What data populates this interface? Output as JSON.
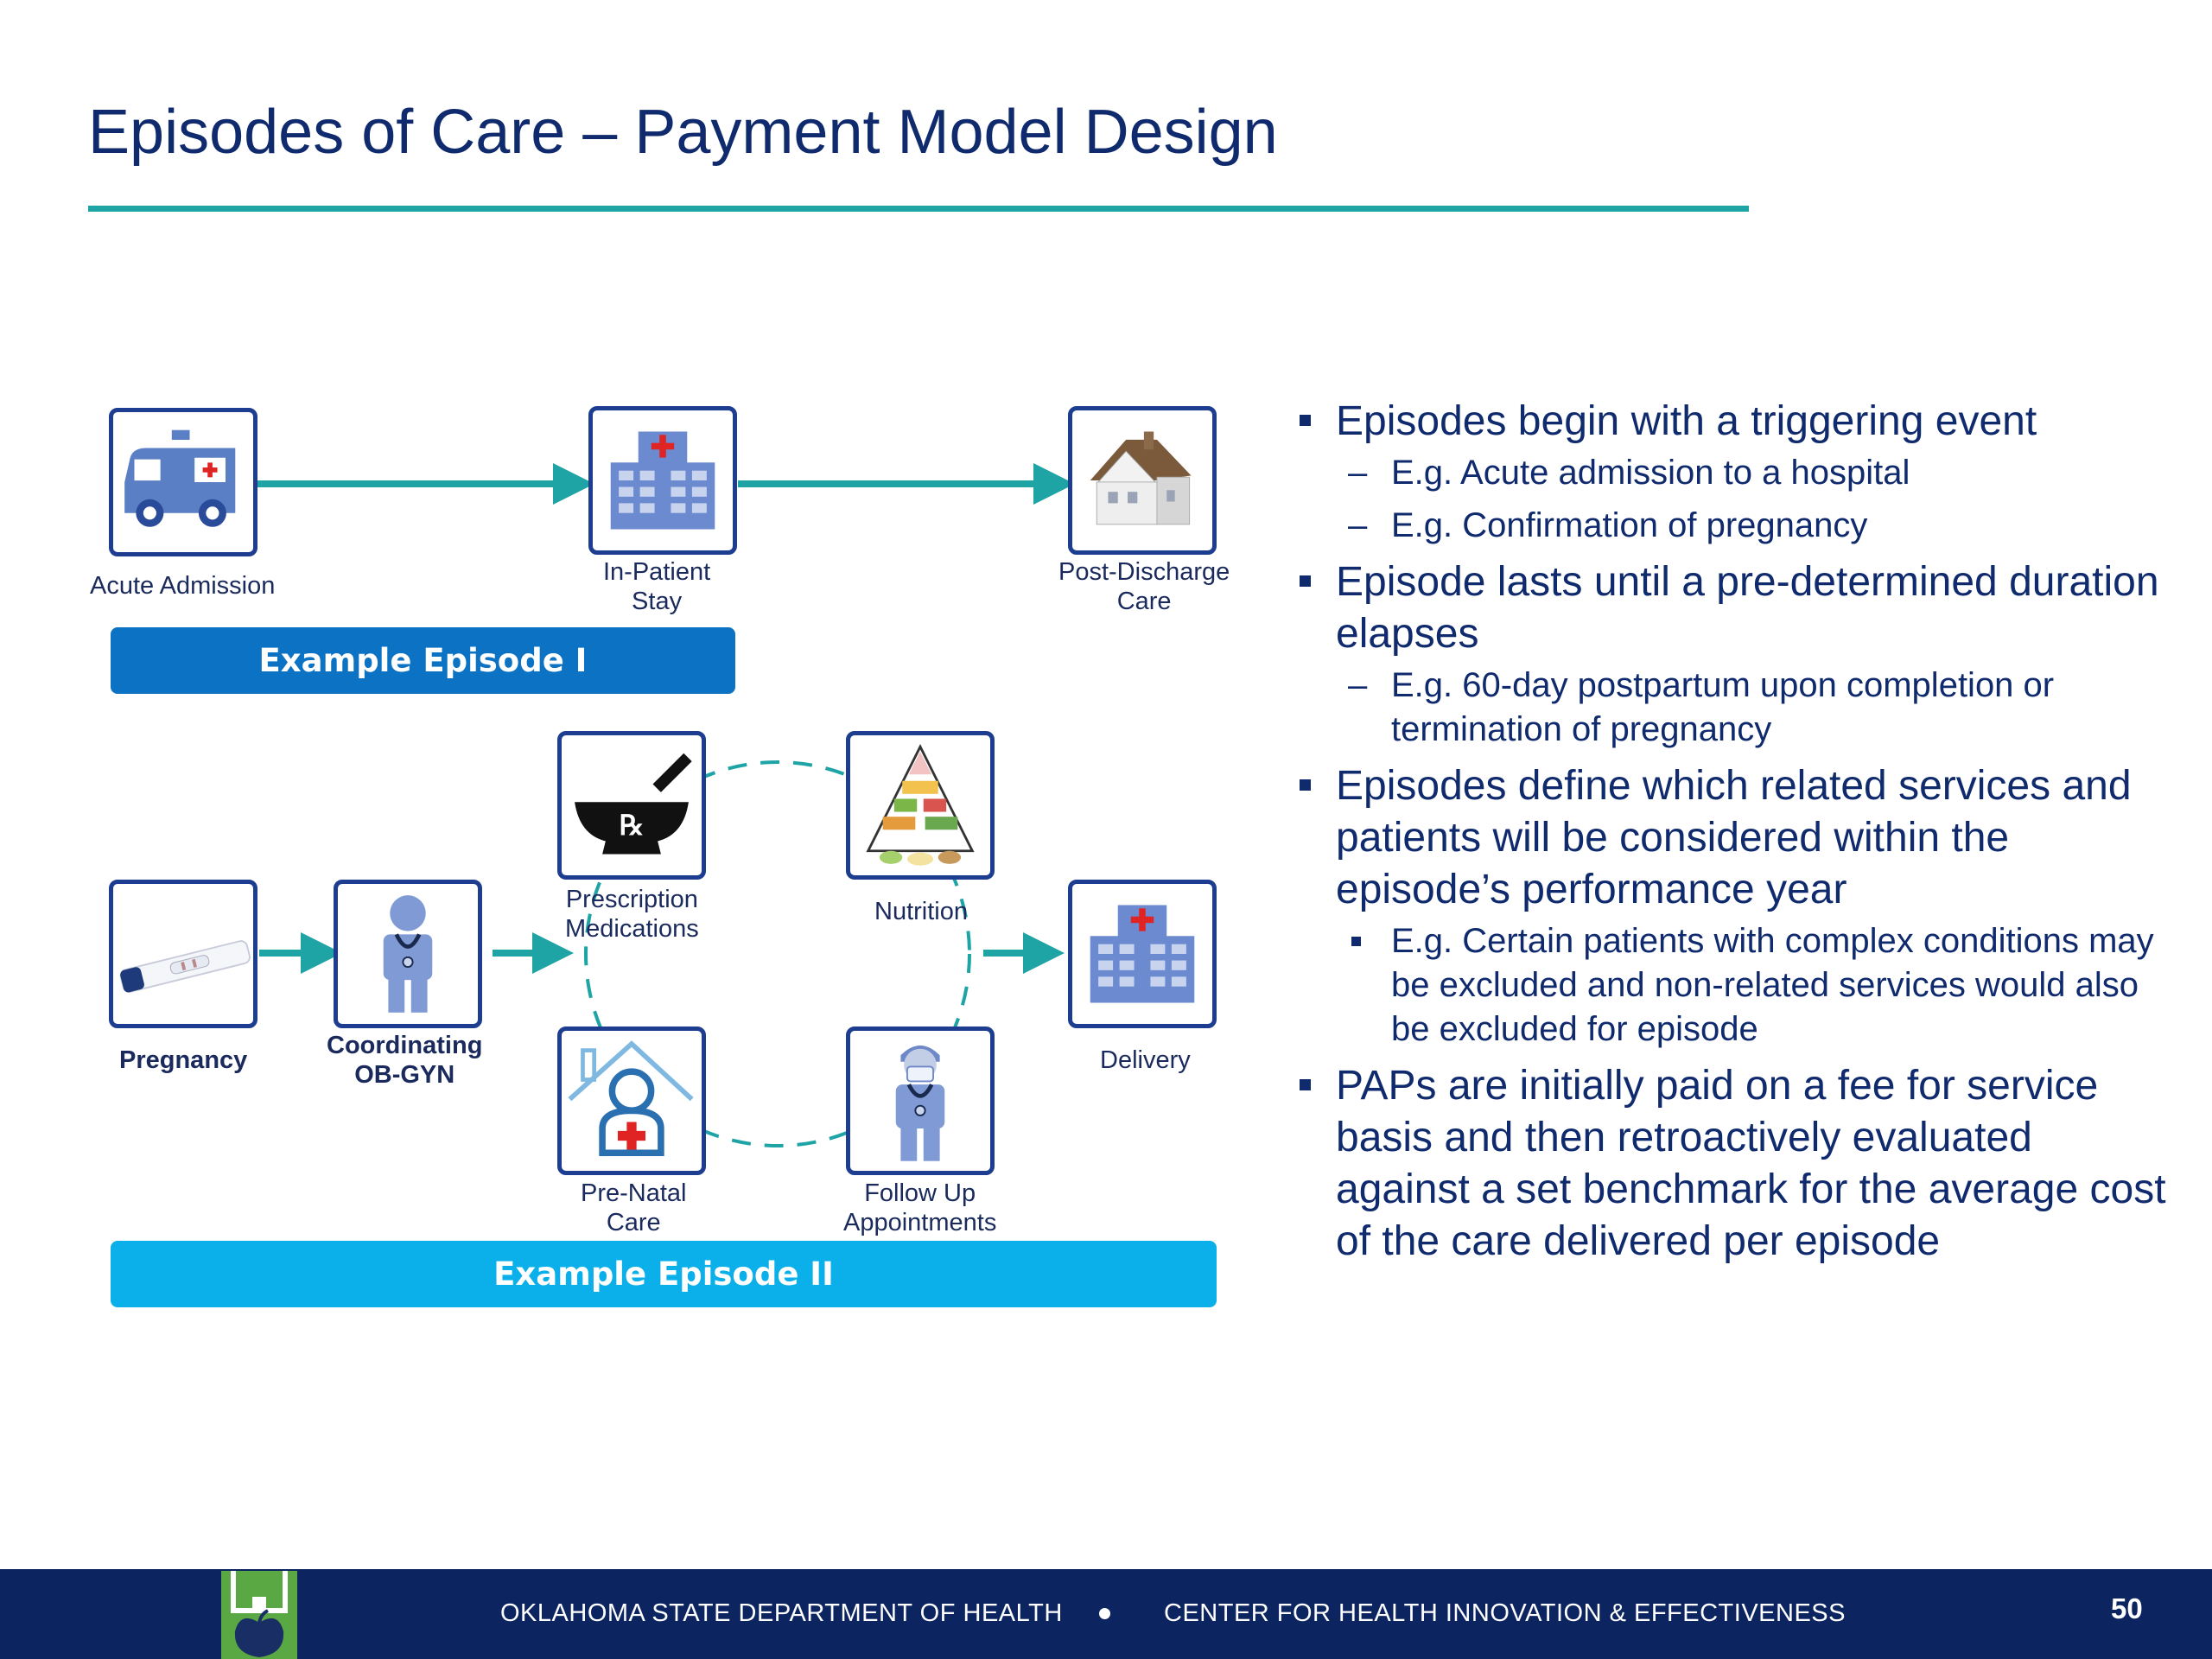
{
  "title": "Episodes of Care – Payment Model Design",
  "episode1": {
    "banner": "Example Episode I",
    "steps": [
      {
        "label": "Acute Admission",
        "icon": "ambulance-icon"
      },
      {
        "label_line1": "In-Patient",
        "label_line2": "Stay",
        "icon": "hospital-icon"
      },
      {
        "label_line1": "Post-Discharge",
        "label_line2": "Care",
        "icon": "house-icon"
      }
    ]
  },
  "episode2": {
    "banner": "Example Episode II",
    "steps": [
      {
        "label": "Pregnancy",
        "icon": "pregnancy-test-icon"
      },
      {
        "label_line1": "Coordinating",
        "label_line2": "OB-GYN",
        "icon": "doctor-icon"
      },
      {
        "label_line1": "Prescription",
        "label_line2": "Medications",
        "icon": "mortar-pestle-rx-icon"
      },
      {
        "label": "Nutrition",
        "icon": "food-pyramid-icon"
      },
      {
        "label_line1": "Pre-Natal",
        "label_line2": "Care",
        "icon": "home-care-icon"
      },
      {
        "label_line1": "Follow Up",
        "label_line2": "Appointments",
        "icon": "surgeon-icon"
      },
      {
        "label": "Delivery",
        "icon": "hospital-icon"
      }
    ]
  },
  "bullets": [
    {
      "level": 1,
      "text": "Episodes begin with a triggering event"
    },
    {
      "level": 2,
      "style": "dash",
      "text": "E.g. Acute admission to a hospital"
    },
    {
      "level": 2,
      "style": "dash",
      "text": "E.g. Confirmation of pregnancy"
    },
    {
      "level": 1,
      "text": "Episode lasts until a pre-determined duration elapses"
    },
    {
      "level": 2,
      "style": "dash",
      "text": "E.g. 60-day postpartum upon completion or termination of pregnancy"
    },
    {
      "level": 1,
      "text": "Episodes define which related services and patients will be considered within the episode’s performance year"
    },
    {
      "level": 2,
      "style": "square",
      "text": "E.g. Certain patients with complex conditions may be excluded and non-related services would also be excluded for episode"
    },
    {
      "level": 1,
      "text": "PAPs are initially paid on a fee for service basis and then retroactively evaluated against a set benchmark for the average cost of the care delivered per episode"
    }
  ],
  "footer": {
    "left": "OKLAHOMA STATE DEPARTMENT OF HEALTH",
    "right": "CENTER FOR HEALTH INNOVATION & EFFECTIVENESS",
    "page": "50"
  },
  "colors": {
    "title": "#102a6e",
    "rule": "#1fa4a6",
    "arrow": "#1fa4a6",
    "banner1": "#0b72c4",
    "banner2": "#0bb0ea",
    "footer": "#0c2460",
    "icon_border": "#1d3d91"
  }
}
